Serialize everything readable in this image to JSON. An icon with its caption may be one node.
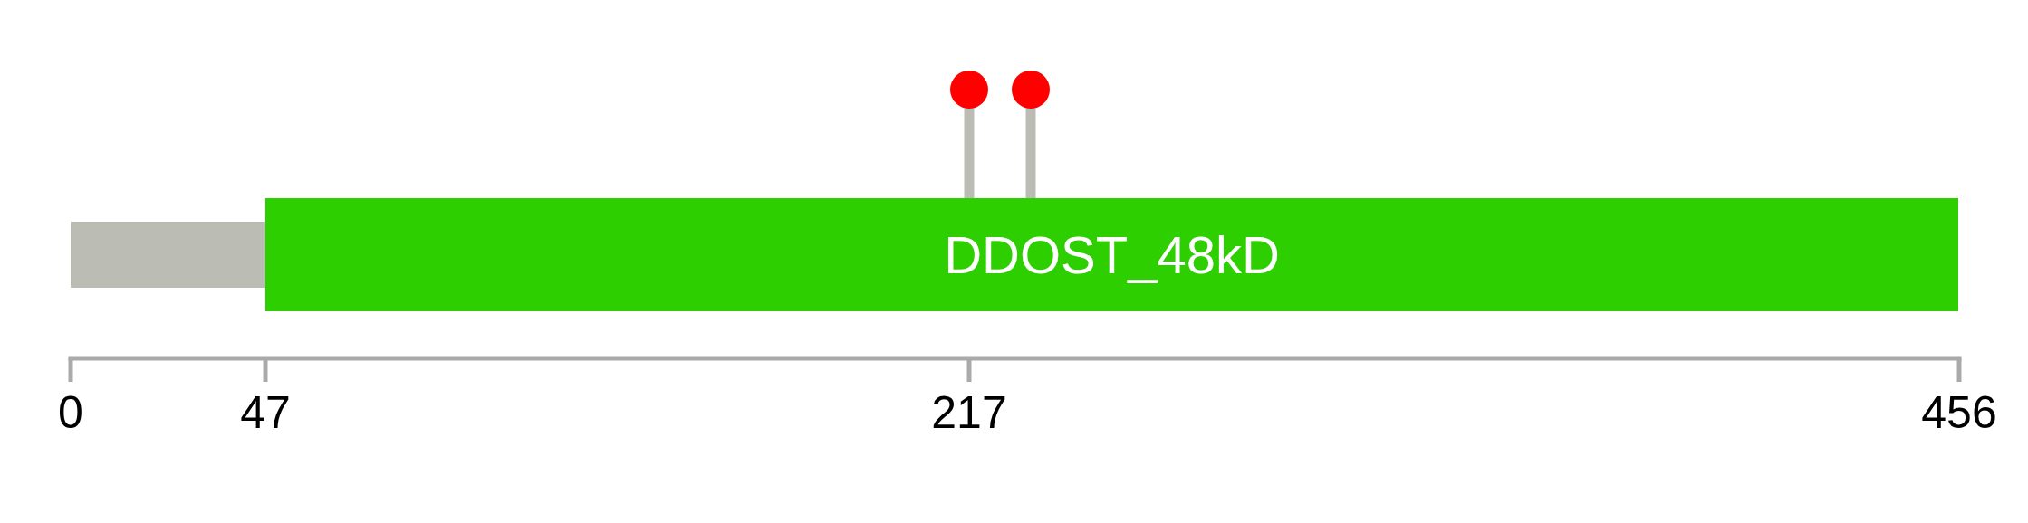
{
  "diagram": {
    "nodes": [
      {
        "text": [],
        "shape": "bar"
      },
      {
        "text": [
          "DDOST_48kD"
        ]
      },
      {
        "text": [],
        "shape": "circle"
      },
      {
        "text": [],
        "shape": "circle"
      }
    ],
    "edges": [
      {
        "from": 2,
        "to": 1,
        "arrow": "none"
      },
      {
        "from": 3,
        "to": 1,
        "arrow": "none"
      }
    ],
    "labels": [
      "0",
      "47",
      "217",
      "456"
    ]
  }
}
